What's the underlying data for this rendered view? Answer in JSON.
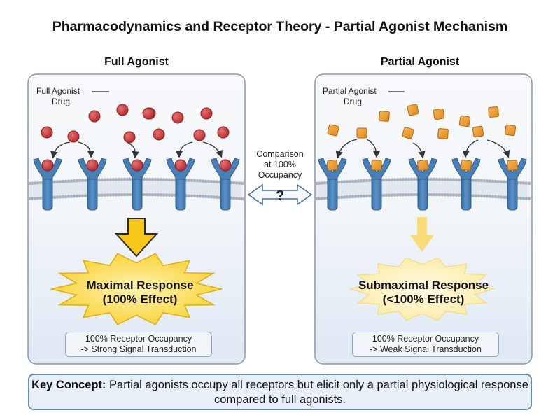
{
  "title": "Pharmacodynamics and Receptor Theory - Partial Agonist Mechanism",
  "panels": {
    "full": {
      "title": "Full Agonist",
      "drug_label_line1": "Full Agonist",
      "drug_label_line2": "Drug",
      "response_line1": "Maximal Response",
      "response_line2": "(100% Effect)",
      "info_line1": "100% Receptor Occupancy",
      "info_line2": "-> Strong Signal Transduction"
    },
    "partial": {
      "title": "Partial Agonist",
      "drug_label_line1": "Partial Agonist",
      "drug_label_line2": "Drug",
      "response_line1": "Submaximal Response",
      "response_line2": "(<100% Effect)",
      "info_line1": "100% Receptor Occupancy",
      "info_line2": "-> Weak Signal Transduction"
    }
  },
  "comparison": {
    "line1": "Comparison",
    "line2": "at 100%",
    "line3": "Occupancy",
    "symbol": "?"
  },
  "key_concept": {
    "label": "Key Concept:",
    "text": "Partial agonists occupy all receptors but elicit only a partial physiological response compared to full agonists."
  },
  "colors": {
    "full_drug": "#c8383a",
    "partial_drug": "#ee9a2c",
    "receptor": "#4a7fb5",
    "membrane_head": "#a9b3bd",
    "strong_arrow": "#f6c619",
    "weak_arrow": "#f8dc7a",
    "panel_border": "#8a98a8"
  }
}
